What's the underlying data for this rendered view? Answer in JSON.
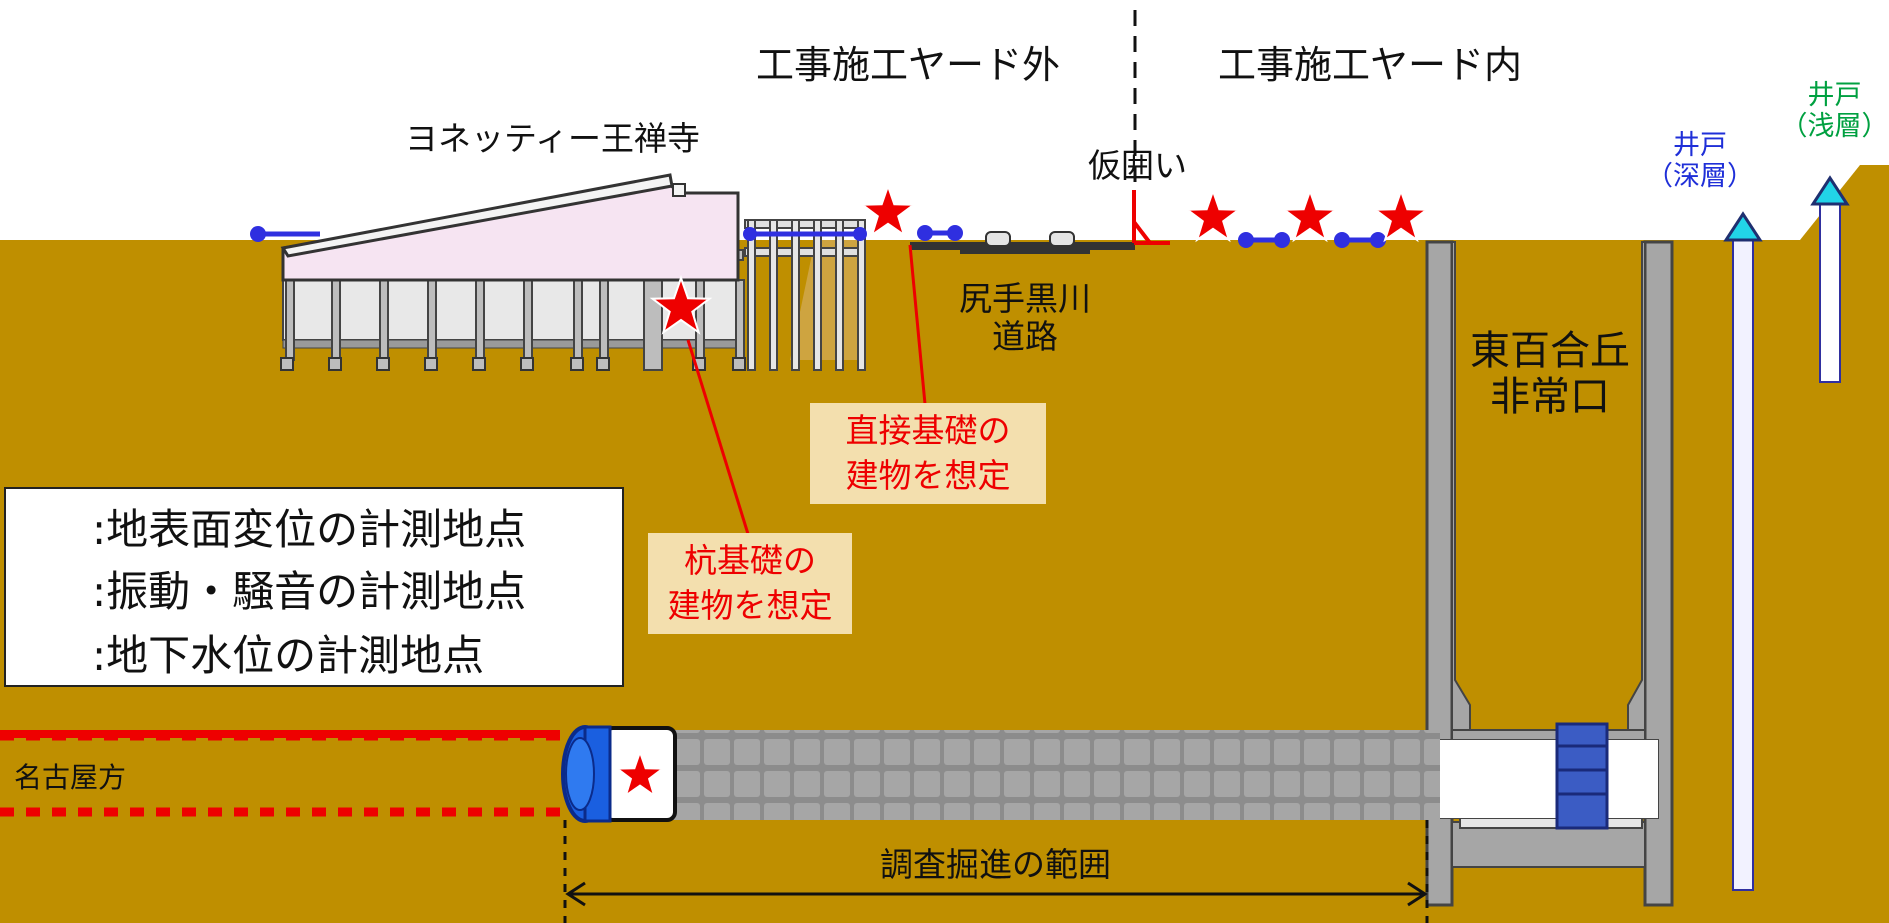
{
  "zones": {
    "outside": "工事施工ヤード外",
    "inside": "工事施工ヤード内"
  },
  "labels": {
    "building_name": "ヨネッティー王禅寺",
    "fence": "仮囲い",
    "road_line1": "尻手黒川",
    "road_line2": "道路",
    "shaft_line1": "東百合丘",
    "shaft_line2": "非常口",
    "well_deep_line1": "井戸",
    "well_deep_line2": "（深層）",
    "well_shallow_line1": "井戸",
    "well_shallow_line2": "（浅層）",
    "direction": "名古屋方",
    "range": "調査掘進の範囲"
  },
  "callouts": {
    "direct_line1": "直接基礎の",
    "direct_line2": "建物を想定",
    "pile_line1": "杭基礎の",
    "pile_line2": "建物を想定"
  },
  "legend": {
    "items": [
      {
        "icon": "dot-line-marker-icon",
        "label": "地表面変位の計測地点"
      },
      {
        "icon": "red-star-icon",
        "label": "振動・騒音の計測地点"
      },
      {
        "icon": "cyan-triangle-icon",
        "label": "地下水位の計測地点"
      }
    ]
  },
  "colors": {
    "ground": "#BF8F00",
    "surface_marker": "#2F2FE0",
    "star": "#EE0000",
    "groundwater_marker": "#22D4E8",
    "callout_bg": "#F3DFAE",
    "well_deep_text": "#1F2FD8",
    "well_shallow_text": "#00A040"
  }
}
